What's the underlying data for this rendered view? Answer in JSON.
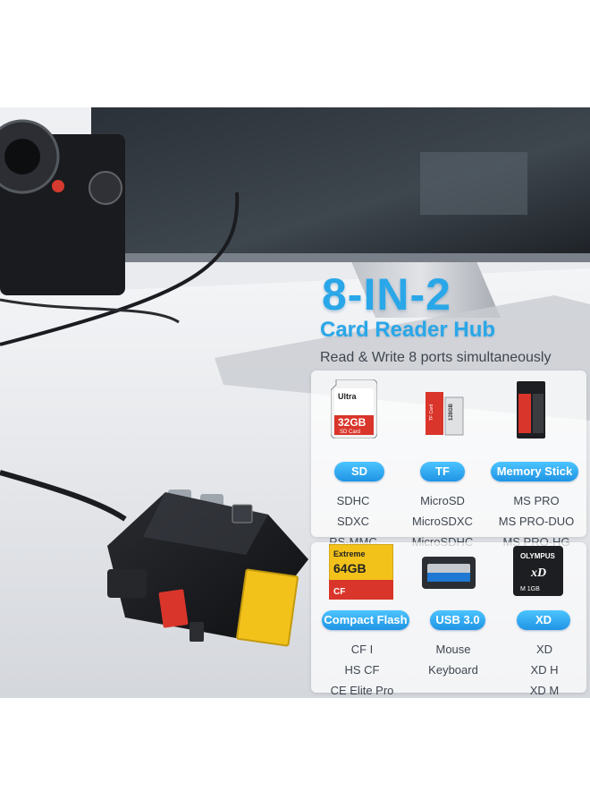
{
  "headline": {
    "title": "8-IN-2",
    "subtitle": "Card Reader Hub",
    "tagline": "Read & Write 8 ports  simultaneously"
  },
  "colors": {
    "accent": "#2aa7e8",
    "pill": "#1f94e4",
    "sd_red": "#d9352b",
    "cf_yellow": "#f2c21b",
    "hub_black": "#141518"
  },
  "groups": [
    {
      "label": "SD",
      "formats": [
        "SDHC",
        "SDXC",
        "RS-MMC"
      ],
      "icon": "sd-card-icon",
      "card_text": {
        "brand": "Ultra",
        "capacity": "32GB",
        "footer": "SD Card"
      }
    },
    {
      "label": "TF",
      "formats": [
        "MicroSD",
        "MicroSDXC",
        "MicroSDHC"
      ],
      "icon": "micro-sd-card-icon",
      "card_text": {
        "brand": "TF Card",
        "capacity": "128GB"
      }
    },
    {
      "label": "Memory Stick",
      "formats": [
        "MS PRO",
        "MS PRO-DUO",
        "MS PRO-HG"
      ],
      "icon": "memory-stick-icon",
      "card_text": {}
    },
    {
      "label": "Compact Flash",
      "formats": [
        "CF I",
        "HS CF",
        "CE Elite Pro"
      ],
      "icon": "compact-flash-card-icon",
      "card_text": {
        "brand": "Extreme",
        "capacity": "64GB",
        "footer": "CF"
      }
    },
    {
      "label": "USB 3.0",
      "formats": [
        "Mouse",
        "Keyboard"
      ],
      "icon": "usb-port-icon",
      "card_text": {}
    },
    {
      "label": "XD",
      "formats": [
        "XD",
        "XD H",
        "XD M"
      ],
      "icon": "xd-card-icon",
      "card_text": {
        "brand": "OLYMPUS",
        "capacity": "M 1GB"
      }
    }
  ]
}
